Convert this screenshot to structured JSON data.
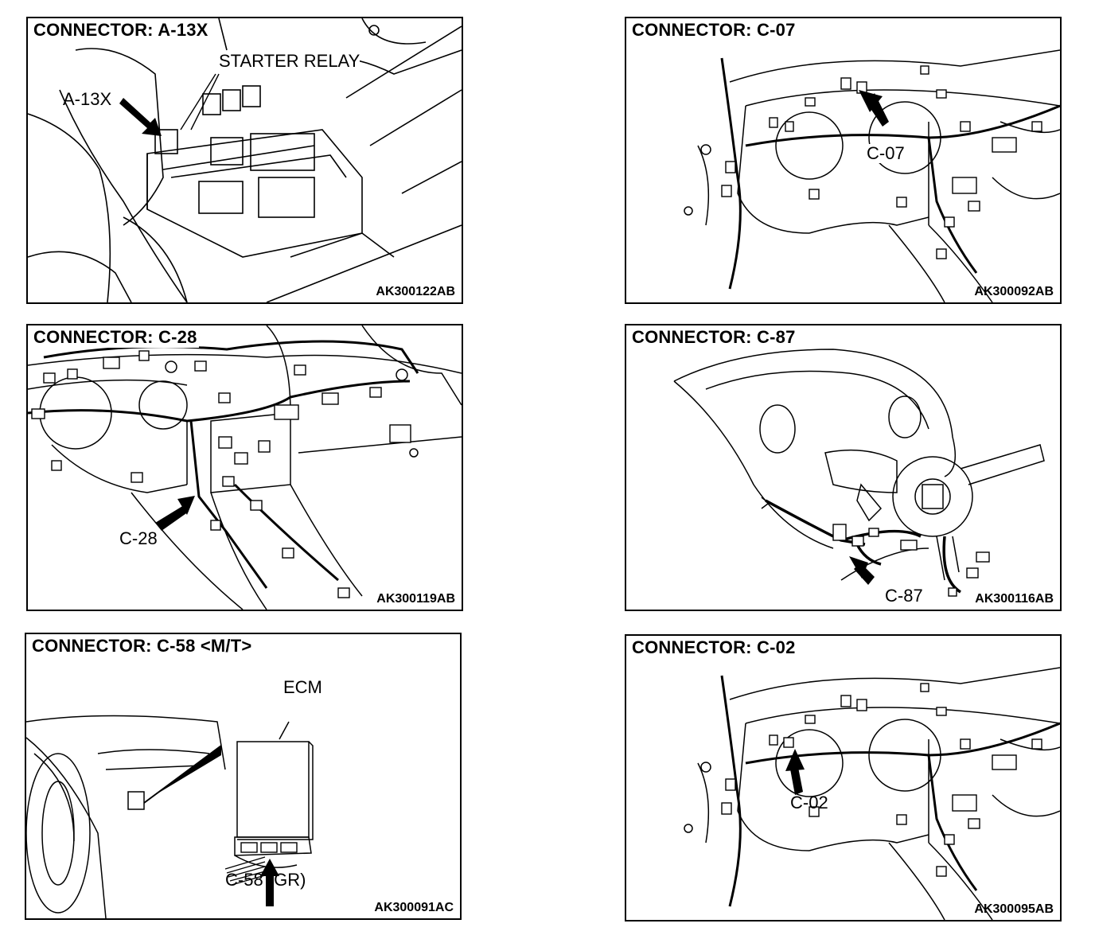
{
  "panels": [
    {
      "title": "CONNECTOR: A-13X",
      "id": "AK300122AB",
      "labels": [
        "STARTER RELAY",
        "A-13X"
      ]
    },
    {
      "title": "CONNECTOR: C-07",
      "id": "AK300092AB",
      "labels": [
        "C-07"
      ]
    },
    {
      "title": "CONNECTOR: C-28",
      "id": "AK300119AB",
      "labels": [
        "C-28"
      ]
    },
    {
      "title": "CONNECTOR: C-87",
      "id": "AK300116AB",
      "labels": [
        "C-87"
      ]
    },
    {
      "title": "CONNECTOR: C-58 <M/T>",
      "id": "AK300091AC",
      "labels": [
        "ECM",
        "C-58 (GR)"
      ]
    },
    {
      "title": "CONNECTOR: C-02",
      "id": "AK300095AB",
      "labels": [
        "C-02"
      ]
    }
  ],
  "colors": {
    "line": "#000000",
    "background": "#ffffff"
  }
}
